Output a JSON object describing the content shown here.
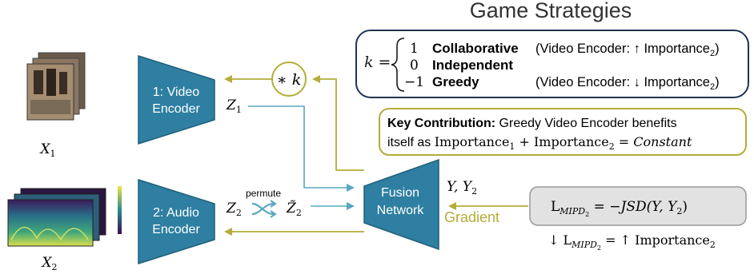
{
  "title": "Game Strategies",
  "k_label": "k =",
  "strategies": [
    {
      "value": "1",
      "name": "Collaborative",
      "note": "(Video Encoder: ↑ Importance",
      "sub": "2",
      "close": ")"
    },
    {
      "value": "0",
      "name": "Independent",
      "note": "",
      "sub": "",
      "close": ""
    },
    {
      "value": "−1",
      "name": "Greedy",
      "note": "(Video Encoder: ↓ Importance",
      "sub": "2",
      "close": ")"
    }
  ],
  "key_contribution": {
    "label": "Key Contribution:",
    "line1": " Greedy Video Encoder benefits",
    "line2_pre": "itself as ",
    "term1": "Importance",
    "sub1": "1",
    "plus": " + ",
    "term2": "Importance",
    "sub2": "2",
    "eq": " = ",
    "const": "Constant"
  },
  "multiplier": "∗ k",
  "video_encoder": {
    "line1": "1: Video",
    "line2": "Encoder"
  },
  "audio_encoder": {
    "line1": "2: Audio",
    "line2": "Encoder"
  },
  "fusion": {
    "line1": "Fusion",
    "line2": "Network"
  },
  "z1": {
    "main": "Z",
    "sub": "1"
  },
  "z2": {
    "main": "Z",
    "sub": "2"
  },
  "z2_tilde": {
    "main": "Z̃",
    "sub": "2"
  },
  "permute_label": "permute",
  "x1": {
    "main": "X",
    "sub": "1"
  },
  "x2": {
    "main": "X",
    "sub": "2"
  },
  "outputs": {
    "y": "Y, Y",
    "sub": "2"
  },
  "gradient_label": "Gradient",
  "loss": {
    "lhs": "L",
    "lhs_sub": "MIPD",
    "lhs_subsub": "2",
    "rhs": " = −JSD(Y, Y",
    "rhs_sub": "2",
    "rhs_close": ")"
  },
  "loss_note": {
    "pre": "↓ L",
    "sub": "MIPD",
    "subsub": "2",
    "mid": " = ↑ Importance",
    "sub2": "2"
  },
  "colors": {
    "encoder": "#2e7fa1",
    "encoder_edge": "#1f5f7a",
    "arrow_teal": "#5aa7bf",
    "olive": "#b3ad3a",
    "navy": "#1f3550",
    "loss_box": "#e2e2e2"
  }
}
